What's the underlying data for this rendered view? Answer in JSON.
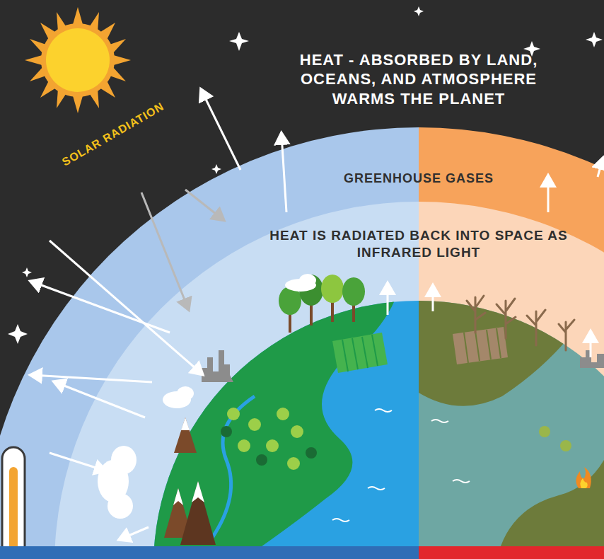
{
  "diagram": {
    "labels": [
      "SOLAR RADIATION",
      "HEAT - ABSORBED BY LAND, OCEANS, AND ATMOSPHERE WARMS THE PLANET",
      "GREENHOUSE GASES",
      "HEAT IS RADIATED BACK INTO SPACE AS INFRARED LIGHT"
    ]
  }
}
